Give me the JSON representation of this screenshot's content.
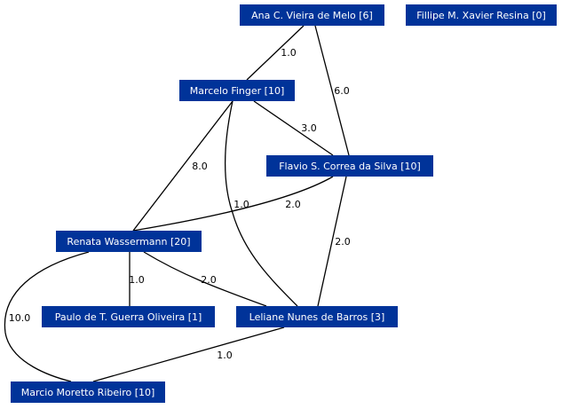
{
  "graph": {
    "nodes": [
      {
        "id": "ana",
        "label": "Ana C. Vieira de Melo [6]"
      },
      {
        "id": "fillipe",
        "label": "Fillipe M. Xavier Resina [0]"
      },
      {
        "id": "marcelo",
        "label": "Marcelo Finger [10]"
      },
      {
        "id": "flavio",
        "label": "Flavio S. Correa da Silva [10]"
      },
      {
        "id": "renata",
        "label": "Renata Wassermann [20]"
      },
      {
        "id": "paulo",
        "label": "Paulo de T. Guerra Oliveira [1]"
      },
      {
        "id": "leliane",
        "label": "Leliane Nunes de Barros [3]"
      },
      {
        "id": "marcio",
        "label": "Marcio Moretto Ribeiro [10]"
      }
    ],
    "edges": [
      {
        "from": "ana",
        "to": "marcelo",
        "weight": "1.0"
      },
      {
        "from": "ana",
        "to": "flavio",
        "weight": "6.0"
      },
      {
        "from": "marcelo",
        "to": "flavio",
        "weight": "3.0"
      },
      {
        "from": "marcelo",
        "to": "renata",
        "weight": "8.0"
      },
      {
        "from": "marcelo",
        "to": "leliane",
        "weight": "1.0"
      },
      {
        "from": "flavio",
        "to": "renata",
        "weight": "2.0"
      },
      {
        "from": "flavio",
        "to": "leliane",
        "weight": "2.0"
      },
      {
        "from": "renata",
        "to": "paulo",
        "weight": "1.0"
      },
      {
        "from": "renata",
        "to": "leliane",
        "weight": "2.0"
      },
      {
        "from": "renata",
        "to": "marcio",
        "weight": "10.0"
      },
      {
        "from": "leliane",
        "to": "marcio",
        "weight": "1.0"
      }
    ]
  }
}
